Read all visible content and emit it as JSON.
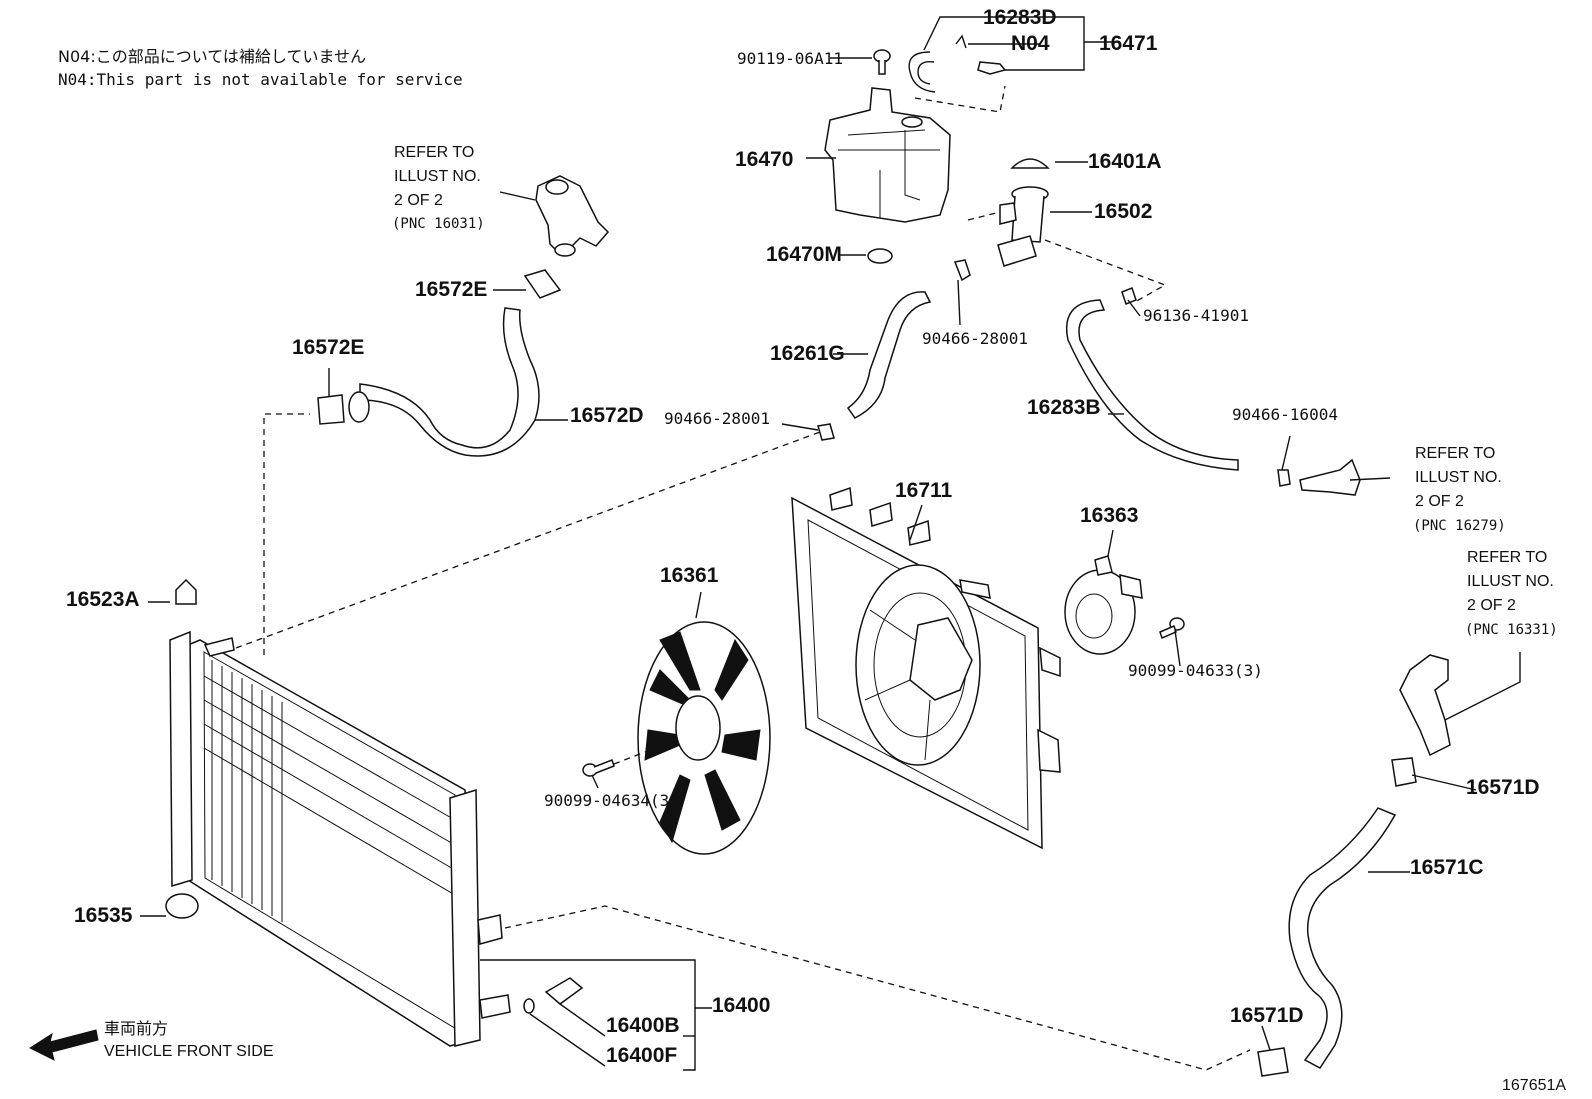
{
  "notes": {
    "jp": "N04:この部品については補給していません",
    "en": "N04:This part is not available for service"
  },
  "refs": [
    {
      "l1": "REFER TO",
      "l2": "ILLUST NO.",
      "l3": "2 OF 2",
      "l4": "(PNC 16031)"
    },
    {
      "l1": "REFER TO",
      "l2": "ILLUST NO.",
      "l3": "2 OF 2",
      "l4": "(PNC 16279)"
    },
    {
      "l1": "REFER TO",
      "l2": "ILLUST NO.",
      "l3": "2 OF 2",
      "l4": "(PNC 16331)"
    }
  ],
  "labels": {
    "p16283D": "16283D",
    "pN04": "N04",
    "p16471": "16471",
    "p90119": "90119-06A11",
    "p16470": "16470",
    "p16401A": "16401A",
    "p16502": "16502",
    "p16470M": "16470M",
    "p16572E_a": "16572E",
    "p96136": "96136-41901",
    "p16261G": "16261G",
    "p90466_a": "90466-28001",
    "p16572E_b": "16572E",
    "p16283B": "16283B",
    "p16572D": "16572D",
    "p90466_b": "90466-28001",
    "p90466_c": "90466-16004",
    "p16711": "16711",
    "p16363": "16363",
    "p16361": "16361",
    "p16523A": "16523A",
    "p90099_633": "90099-04633(3)",
    "p16571D_a": "16571D",
    "p90099_634": "90099-04634(3)",
    "p16571C": "16571C",
    "p16535": "16535",
    "p16400": "16400",
    "p16400B": "16400B",
    "p16400F": "16400F",
    "p16571D_b": "16571D"
  },
  "front": {
    "jp": "車両前方",
    "en": "VEHICLE FRONT SIDE"
  },
  "code": "167651A"
}
